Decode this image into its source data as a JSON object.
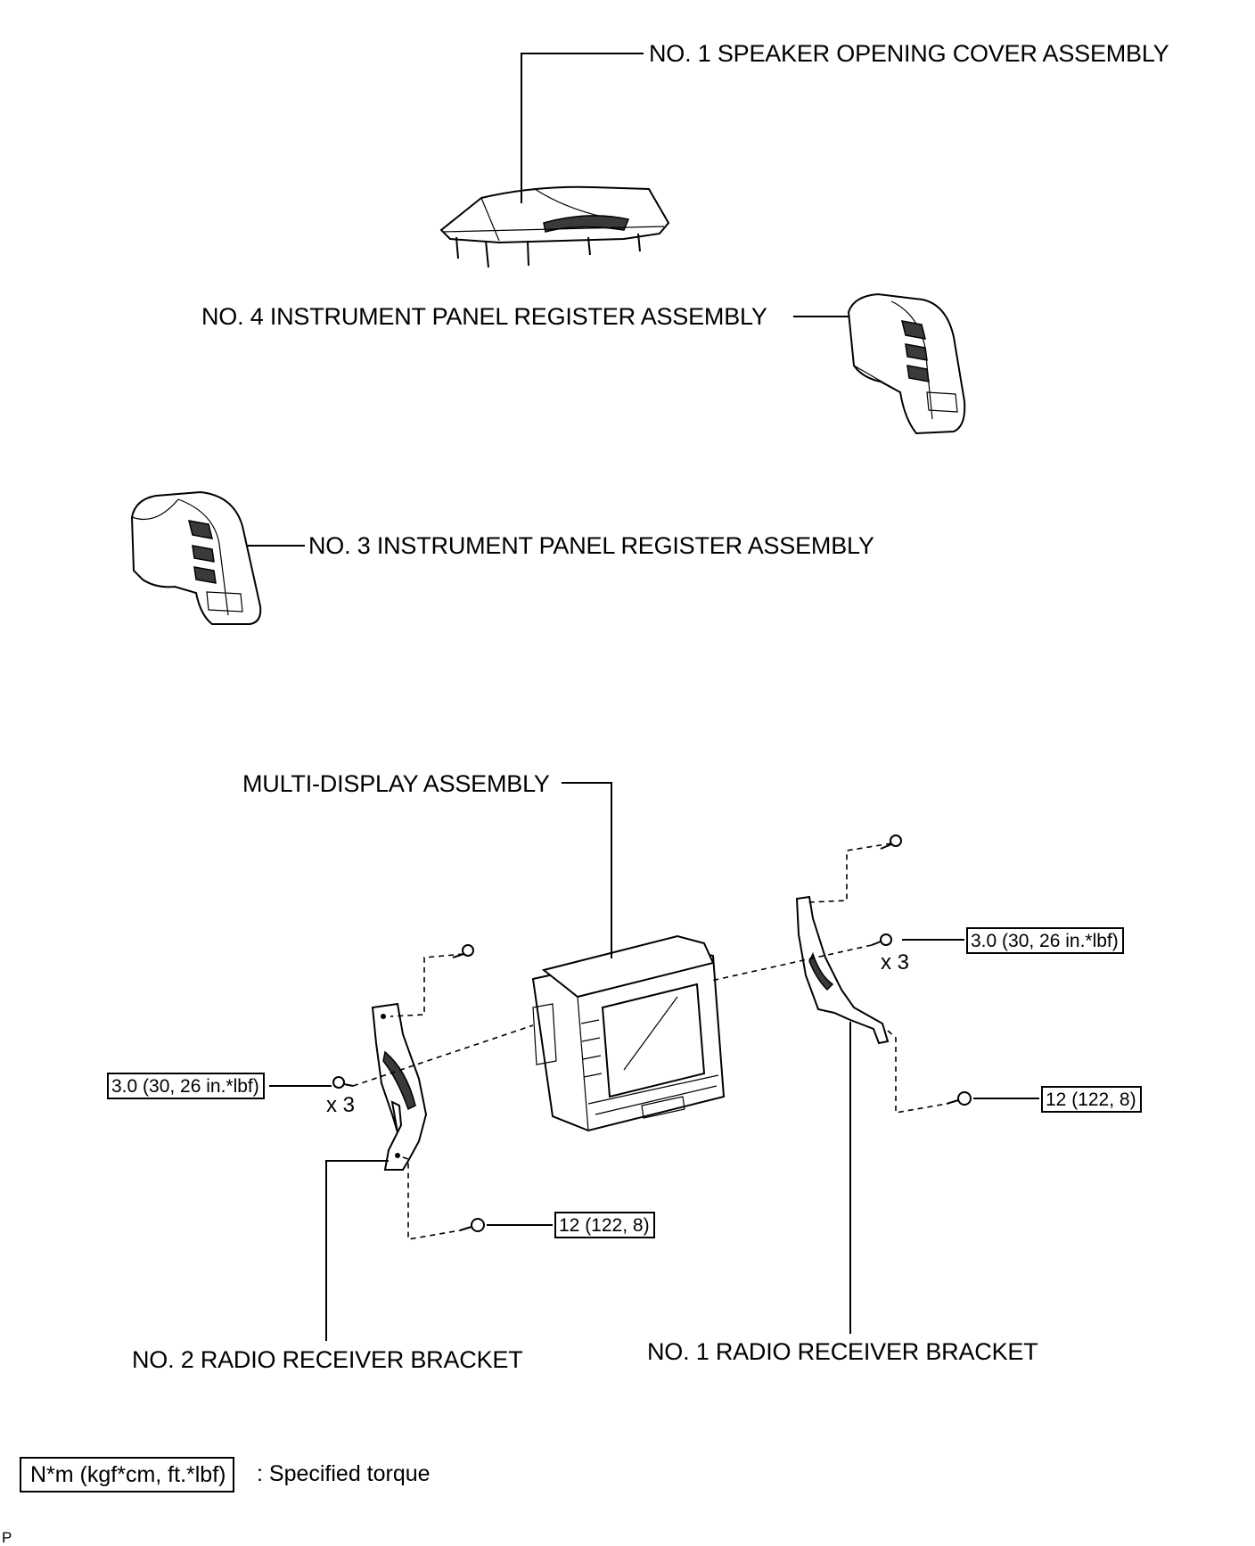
{
  "labels": {
    "speaker_cover": "NO. 1 SPEAKER OPENING COVER ASSEMBLY",
    "register_no4": "NO. 4 INSTRUMENT PANEL REGISTER ASSEMBLY",
    "register_no3": "NO. 3 INSTRUMENT PANEL REGISTER ASSEMBLY",
    "multi_display": "MULTI-DISPLAY ASSEMBLY",
    "bracket_no2": "NO. 2 RADIO RECEIVER BRACKET",
    "bracket_no1": "NO. 1 RADIO RECEIVER BRACKET"
  },
  "torques": {
    "right_screws": "3.0 (30, 26 in.*lbf)",
    "left_screws": "3.0 (30, 26 in.*lbf)",
    "right_bolt": "12 (122, 8)",
    "left_bolt": "12 (122, 8)"
  },
  "quantities": {
    "right": "x 3",
    "left": "x 3"
  },
  "legend": {
    "box_text": "N*m (kgf*cm, ft.*lbf)",
    "description": ": Specified torque"
  },
  "page_code": "P"
}
